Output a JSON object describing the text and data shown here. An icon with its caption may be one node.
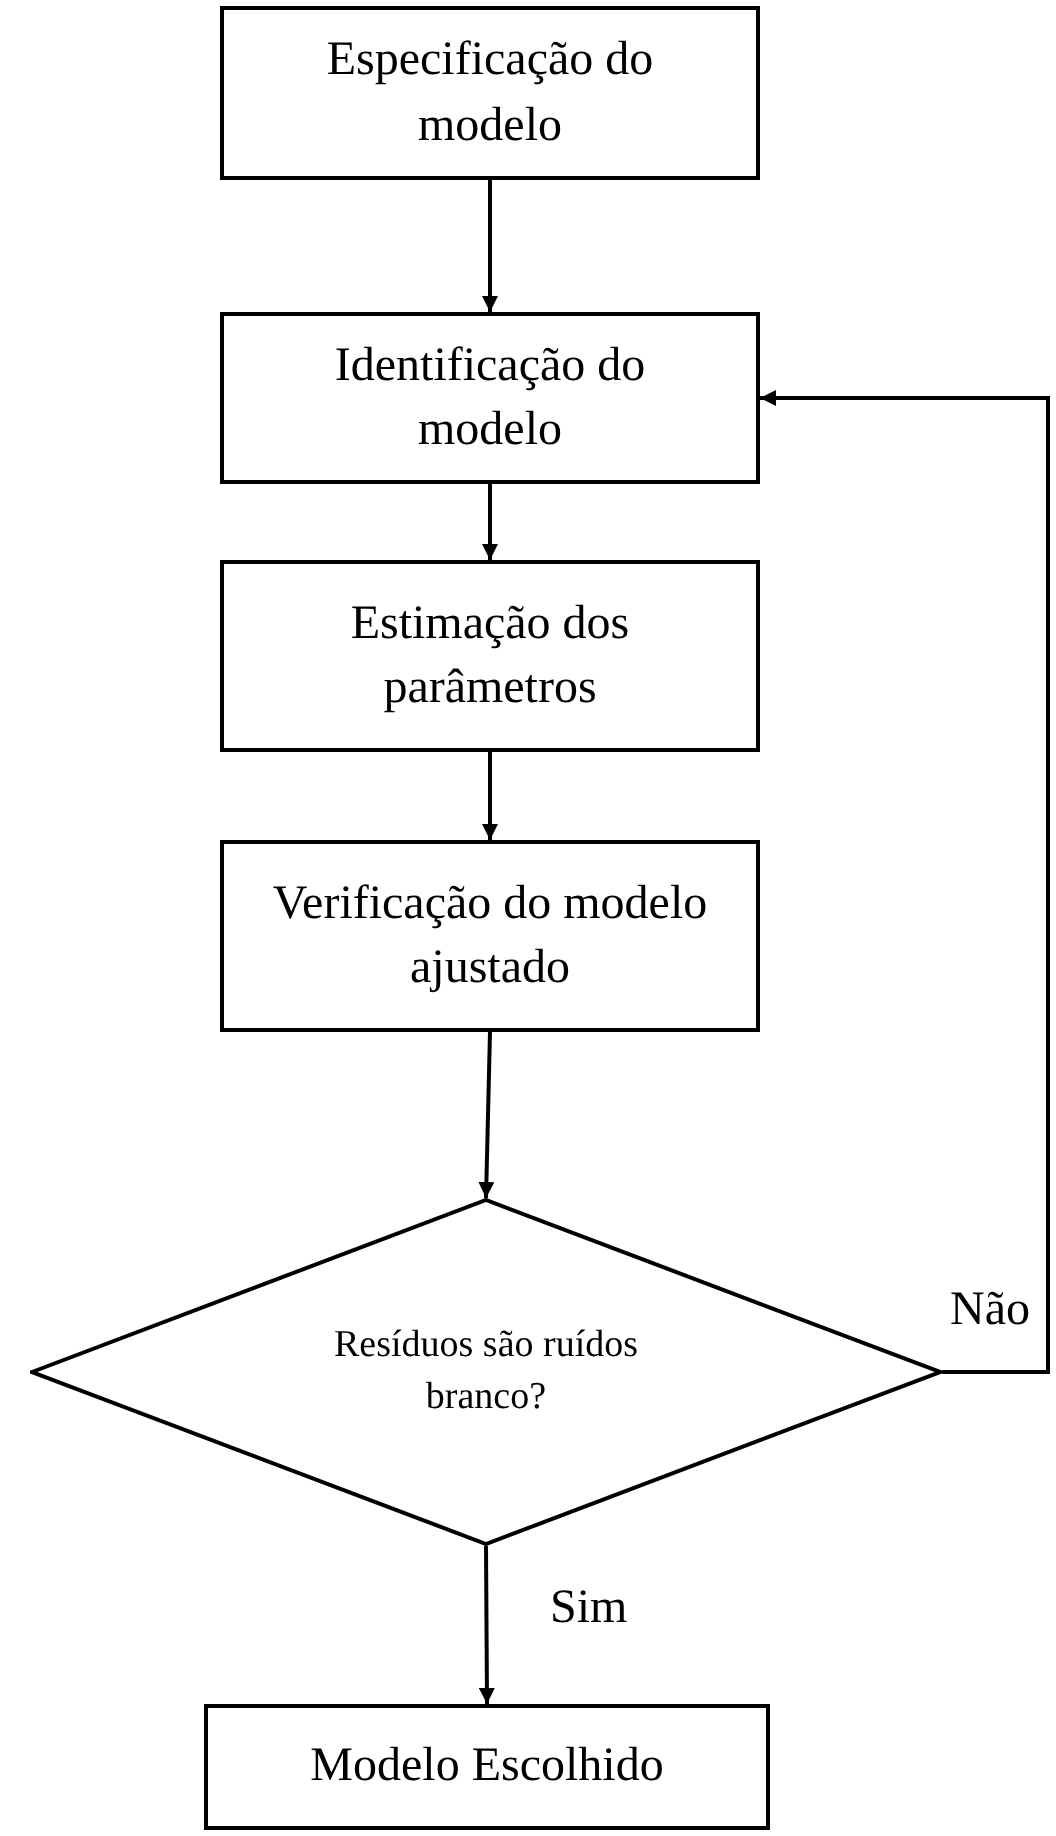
{
  "diagram": {
    "nodes": [
      {
        "text": [
          "Especificação do modelo"
        ]
      },
      {
        "text": [
          "Identificação do modelo"
        ]
      },
      {
        "text": [
          "Estimação dos parâmetros"
        ]
      },
      {
        "text": [
          "Verificação do modelo ajustado"
        ]
      },
      {
        "text": [
          "Resíduos são ruídos branco?"
        ]
      },
      {
        "text": [
          "Modelo Escolhido"
        ]
      }
    ],
    "edges": [
      {
        "from": 0,
        "to": 1,
        "arrow": "to"
      },
      {
        "from": 1,
        "to": 2,
        "arrow": "to"
      },
      {
        "from": 2,
        "to": 3,
        "arrow": "to"
      },
      {
        "from": 3,
        "to": 4,
        "arrow": "to"
      },
      {
        "from": 4,
        "to": 1,
        "arrow": "to",
        "label": "Não"
      },
      {
        "from": 4,
        "to": 5,
        "arrow": "to",
        "label": "Sim"
      }
    ]
  }
}
